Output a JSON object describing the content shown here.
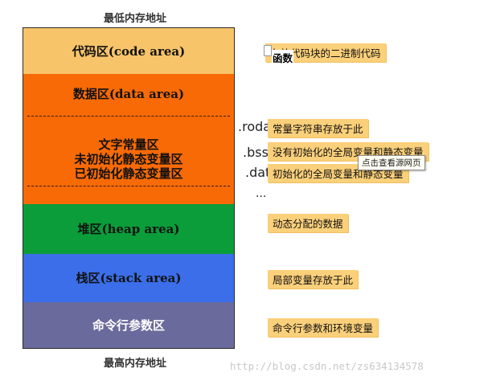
{
  "captions": {
    "low": "最低内存地址",
    "high": "最高内存地址"
  },
  "segments": {
    "code": "代码区(code area)",
    "data": "数据区(data area)",
    "rodata_lines": [
      "文字常量区",
      "未初始化静态变量区",
      "已初始化静态变量区"
    ],
    "heap": "堆区(heap area)",
    "stack": "栈区(stack area)",
    "args": "命令行参数区"
  },
  "tags": {
    "rodata": ".rodata",
    "bss": ".bss",
    "data": ".data",
    "more": "..."
  },
  "notes": {
    "code": "存放代码块的二进制代码",
    "code_overlay": "函数",
    "rodata": "常量字符串存放于此",
    "bss": "没有初始化的全局变量和静态变量",
    "data": "初始化的全局变量和静态变量",
    "heap": "动态分配的数据",
    "stack": "局部变量存放于此",
    "args": "命令行参数和环境变量"
  },
  "tooltip": "点击查看源网页",
  "watermark": "http://blog.csdn.net/zs634134578",
  "colors": {
    "code": "#f8c46a",
    "data": "#f76a05",
    "heap": "#0a9d3a",
    "stack": "#3b6ee8",
    "args": "#6b6a9c",
    "note": "#fbd07a"
  }
}
